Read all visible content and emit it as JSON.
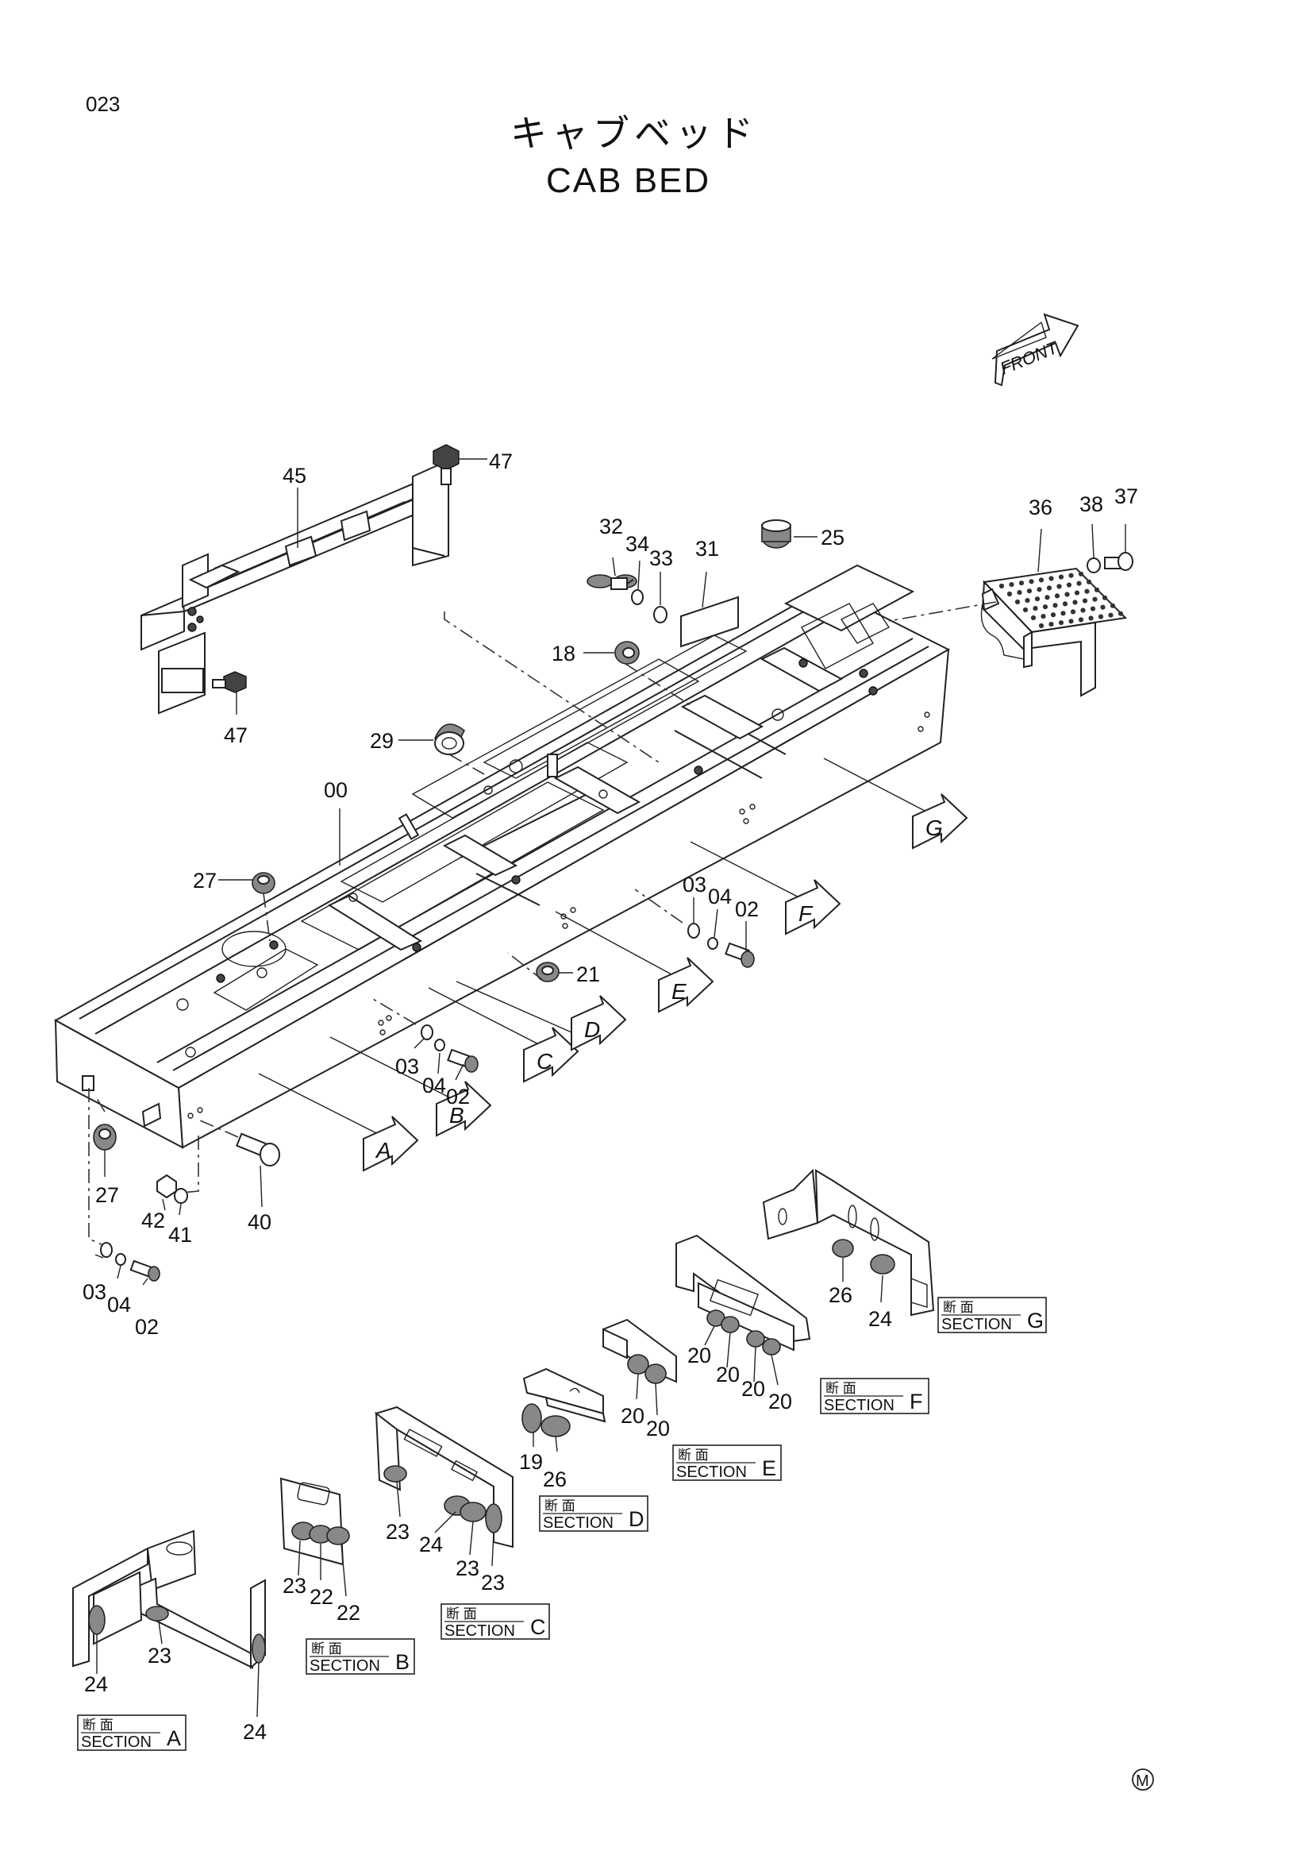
{
  "header": {
    "page_number": "023",
    "title_jp": "キャブベッド",
    "title_en": "CAB BED"
  },
  "front_indicator": "FRONT",
  "callouts": {
    "c45": "45",
    "c47a": "47",
    "c47b": "47",
    "c32": "32",
    "c34": "34",
    "c33": "33",
    "c31": "31",
    "c25": "25",
    "c36": "36",
    "c38": "38",
    "c37": "37",
    "c18": "18",
    "c29": "29",
    "c00": "00",
    "c27a": "27",
    "c03a": "03",
    "c04a": "04",
    "c02a": "02",
    "c21": "21",
    "c03b": "03",
    "c04b": "04",
    "c02b": "02",
    "c27b": "27",
    "c42": "42",
    "c41": "41",
    "c40": "40",
    "c03c": "03",
    "c04c": "04",
    "c02c": "02"
  },
  "section_arrows": [
    "A",
    "B",
    "C",
    "D",
    "E",
    "F",
    "G"
  ],
  "sections": {
    "A": {
      "kanji": "断 面",
      "word": "SECTION",
      "letter": "A",
      "parts": [
        "24",
        "23",
        "24"
      ]
    },
    "B": {
      "kanji": "断 面",
      "word": "SECTION",
      "letter": "B",
      "parts": [
        "23",
        "22",
        "22"
      ]
    },
    "C": {
      "kanji": "断 面",
      "word": "SECTION",
      "letter": "C",
      "parts": [
        "23",
        "24",
        "23",
        "23"
      ]
    },
    "D": {
      "kanji": "断 面",
      "word": "SECTION",
      "letter": "D",
      "parts": [
        "19",
        "26"
      ]
    },
    "E": {
      "kanji": "断 面",
      "word": "SECTION",
      "letter": "E",
      "parts": [
        "20",
        "20"
      ]
    },
    "F": {
      "kanji": "断 面",
      "word": "SECTION",
      "letter": "F",
      "parts": [
        "20",
        "20",
        "20",
        "20"
      ]
    },
    "G": {
      "kanji": "断 面",
      "word": "SECTION",
      "letter": "G",
      "parts": [
        "26",
        "24"
      ]
    }
  },
  "corner_mark": "M"
}
